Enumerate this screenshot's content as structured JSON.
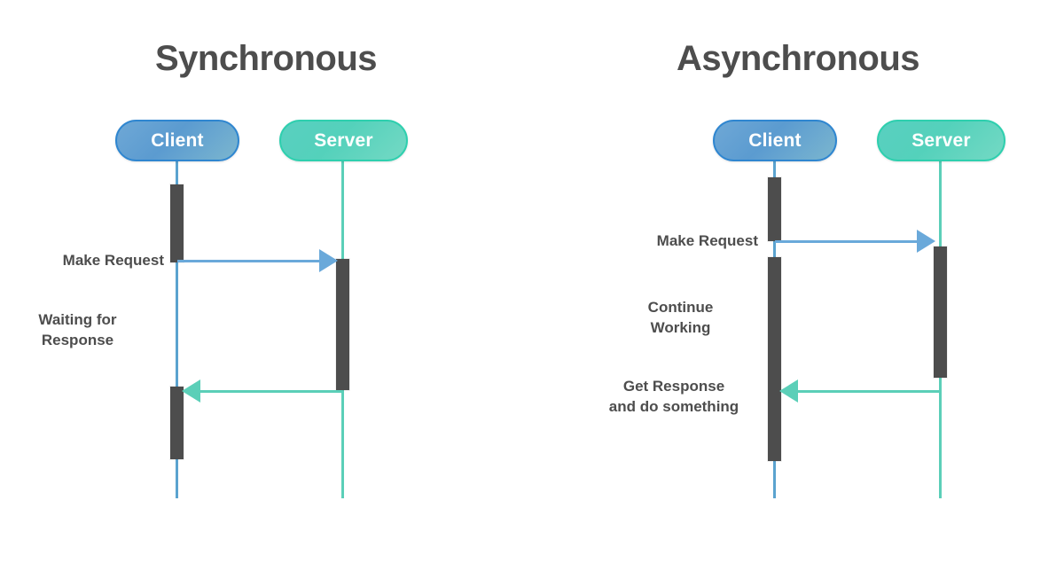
{
  "diagram": {
    "type": "sequence-diagram",
    "background": "#ffffff",
    "colors": {
      "title_text": "#4d4d4d",
      "label_text": "#4d4d4d",
      "client_fill": "#5b9bd0",
      "client_border": "#2f86d0",
      "client_lifeline": "#5ba3cf",
      "server_fill": "#54d1bb",
      "server_border": "#2ecfae",
      "server_lifeline": "#5bcfb8",
      "activation_bar": "#4d4d4d",
      "request_arrow": "#6aa9da",
      "response_arrow": "#5bcfb8"
    }
  },
  "panels": [
    {
      "id": "sync",
      "title": "Synchronous",
      "participants": [
        {
          "name": "Client",
          "label": "Client",
          "role": "client"
        },
        {
          "name": "Server",
          "label": "Server",
          "role": "server"
        }
      ],
      "messages": [
        {
          "label": "Make Request",
          "from": "Client",
          "to": "Server",
          "direction": "right",
          "kind": "request"
        },
        {
          "label": "Waiting for\nResponse",
          "from": "Client",
          "to": "Client",
          "direction": "none",
          "kind": "state"
        },
        {
          "label": "",
          "from": "Server",
          "to": "Client",
          "direction": "left",
          "kind": "response"
        }
      ]
    },
    {
      "id": "async",
      "title": "Asynchronous",
      "participants": [
        {
          "name": "Client",
          "label": "Client",
          "role": "client"
        },
        {
          "name": "Server",
          "label": "Server",
          "role": "server"
        }
      ],
      "messages": [
        {
          "label": "Make Request",
          "from": "Client",
          "to": "Server",
          "direction": "right",
          "kind": "request"
        },
        {
          "label": "Continue\nWorking",
          "from": "Client",
          "to": "Client",
          "direction": "none",
          "kind": "state"
        },
        {
          "label": "Get Response\nand do something",
          "from": "Server",
          "to": "Client",
          "direction": "left",
          "kind": "response"
        }
      ]
    }
  ]
}
